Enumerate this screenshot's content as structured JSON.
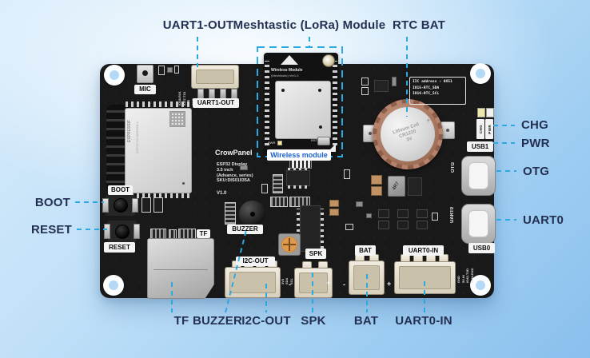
{
  "colors": {
    "callout_line": "#2BA9E2",
    "callout_text": "#243052",
    "tag_blue": "#1A5FD0",
    "pcb": "#191919"
  },
  "callouts": {
    "top": [
      {
        "label": "UART1-OUT"
      },
      {
        "label": "Meshtastic (LoRa) Module"
      },
      {
        "label": "RTC BAT"
      }
    ],
    "right": [
      {
        "label": "CHG"
      },
      {
        "label": "PWR"
      },
      {
        "label": "OTG"
      },
      {
        "label": "UART0"
      }
    ],
    "left": [
      {
        "label": "BOOT"
      },
      {
        "label": "RESET"
      }
    ],
    "bottom": [
      {
        "label": "TF"
      },
      {
        "label": "BUZZER"
      },
      {
        "label": "I2C-OUT"
      },
      {
        "label": "SPK"
      },
      {
        "label": "BAT"
      },
      {
        "label": "UART0-IN"
      }
    ]
  },
  "board": {
    "silk": {
      "mic": "MIC",
      "uart1_out": "UART1-OUT",
      "boot": "BOOT",
      "reset": "RESET",
      "tf": "TF",
      "buzzer": "BUZZER",
      "i2c_out": "I2C-OUT",
      "spk": "SPK",
      "bat": "BAT",
      "uart0_in": "UART0-IN",
      "usb1": "USB1",
      "usb0": "USB0",
      "chg": "CHG",
      "pwr": "PWR",
      "otg": "OTG",
      "uart0": "UART0",
      "minus": "-",
      "plus": "+"
    },
    "brand": {
      "logo": "CrowPanel",
      "lines": [
        "ESP32 Display",
        "3.5 inch",
        "(Advance, series)",
        "SKU:DIS01035A"
      ],
      "version": "V1.0"
    },
    "rtc_info": [
      "IIC address : 0X51",
      "IO15-RTC_SDA",
      "IO16-RTC_SCL"
    ],
    "wireless": {
      "title": "Wireless Module",
      "subtitle": "(Meshtastic) Ver1.0",
      "tag": "Wireless module",
      "pwr": "PWR",
      "rst": "RST"
    },
    "esp32": {
      "brand": "ESPRESSIF",
      "model": "ESP32-S3-WROOM-1"
    },
    "battery": {
      "lines": [
        "Lithium Cell",
        "CR1220",
        "3V"
      ],
      "polarity": "+"
    },
    "inductor": "4R7",
    "pin_labels": {
      "uart1": [
        "IO18-RX1",
        "IO17-TX1",
        "3V3",
        "GND"
      ],
      "i2c": [
        "GND",
        "3V3",
        "SDA",
        "SCL"
      ],
      "uart0_in": [
        "GND",
        "5V-IN",
        "IO43-TXD",
        "IO44-RXD"
      ]
    }
  }
}
